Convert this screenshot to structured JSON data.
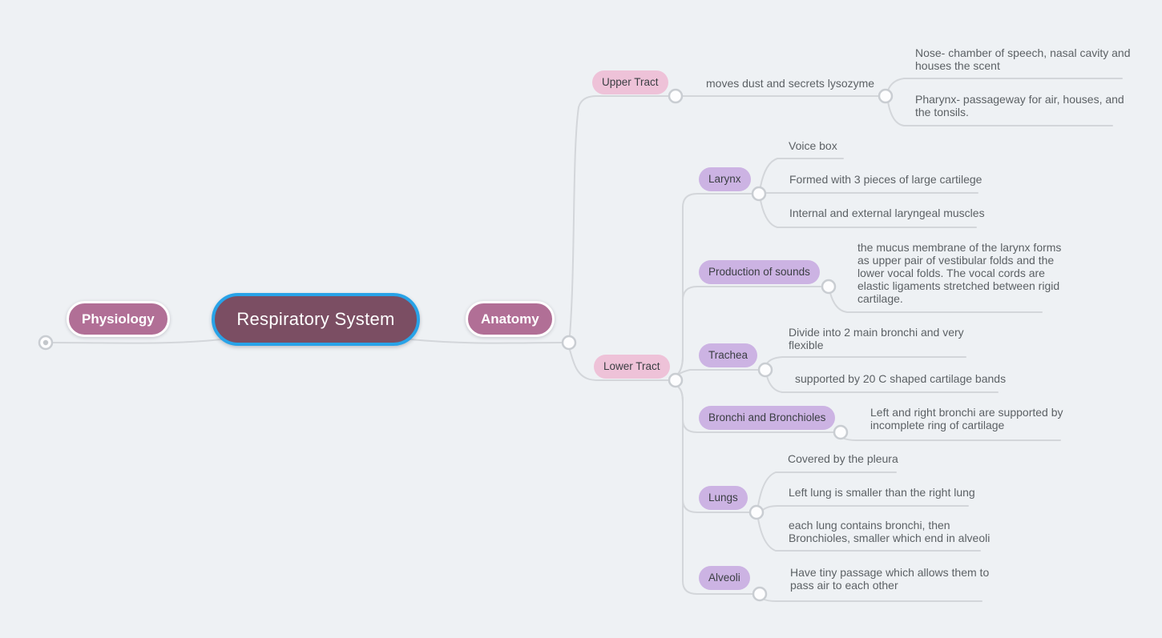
{
  "canvas": {
    "background": "#eef1f4",
    "connector_color": "#d3d6da",
    "accent_blue": "#28a3e8",
    "root_fill": "#7b4e63",
    "major_fill": "#b16f96",
    "pink_fill": "#eec2d8",
    "purple_fill": "#ccb3e3"
  },
  "root": {
    "label": "Respiratory System"
  },
  "left_branch": {
    "label": "Physiology",
    "collapsed": true
  },
  "right_branch": {
    "label": "Anatomy"
  },
  "upper_tract": {
    "label": "Upper Tract",
    "note": "moves dust and secrets lysozyme",
    "children": [
      {
        "lines": [
          "Nose- chamber of speech, nasal cavity and",
          "houses the scent"
        ]
      },
      {
        "lines": [
          "Pharynx- passageway for air, houses, and",
          "the tonsils."
        ]
      }
    ]
  },
  "lower_tract": {
    "label": "Lower Tract",
    "children": [
      {
        "label": "Larynx",
        "notes": [
          {
            "lines": [
              "Voice box"
            ]
          },
          {
            "lines": [
              "Formed with 3 pieces of large cartilege"
            ]
          },
          {
            "lines": [
              "Internal and external laryngeal muscles"
            ]
          }
        ]
      },
      {
        "label": "Production of sounds",
        "notes": [
          {
            "lines": [
              "the mucus membrane of the larynx forms",
              "as upper pair of vestibular folds and the",
              "lower vocal folds. The vocal cords are",
              "elastic ligaments stretched between rigid",
              "cartilage."
            ]
          }
        ]
      },
      {
        "label": "Trachea",
        "notes": [
          {
            "lines": [
              "Divide into 2 main bronchi and very",
              "flexible"
            ]
          },
          {
            "lines": [
              "supported by 20 C shaped cartilage bands"
            ]
          }
        ]
      },
      {
        "label": "Bronchi and Bronchioles",
        "notes": [
          {
            "lines": [
              "Left and right bronchi are supported by",
              "incomplete ring of cartilage"
            ]
          }
        ]
      },
      {
        "label": "Lungs",
        "notes": [
          {
            "lines": [
              "Covered by the pleura"
            ]
          },
          {
            "lines": [
              "Left lung is smaller than the right lung"
            ]
          },
          {
            "lines": [
              "each lung contains bronchi, then",
              "Bronchioles, smaller which end in alveoli"
            ]
          }
        ]
      },
      {
        "label": "Alveoli",
        "notes": [
          {
            "lines": [
              "Have tiny passage which allows them to",
              "pass air to each other"
            ]
          }
        ]
      }
    ]
  }
}
